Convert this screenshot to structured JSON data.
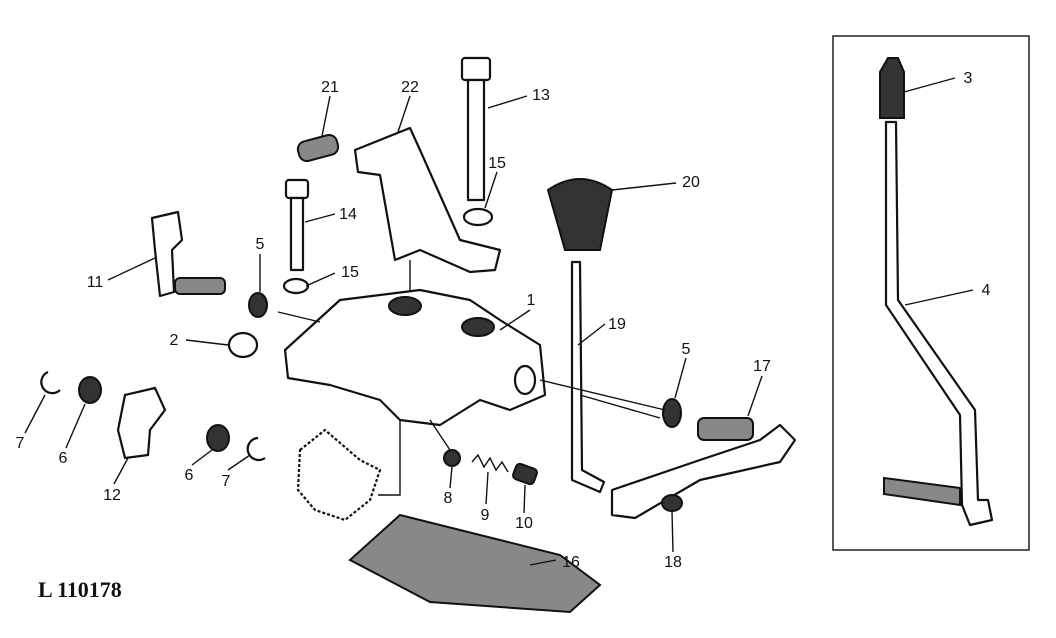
{
  "figure_id": "L 110178",
  "callouts": [
    "21",
    "22",
    "13",
    "3",
    "20",
    "15",
    "14",
    "5",
    "15",
    "11",
    "4",
    "19",
    "1",
    "2",
    "5",
    "17",
    "7",
    "6",
    "12",
    "6",
    "7",
    "8",
    "9",
    "10",
    "16",
    "18"
  ],
  "colors": {
    "ink": "#111111",
    "paper": "#ffffff"
  }
}
